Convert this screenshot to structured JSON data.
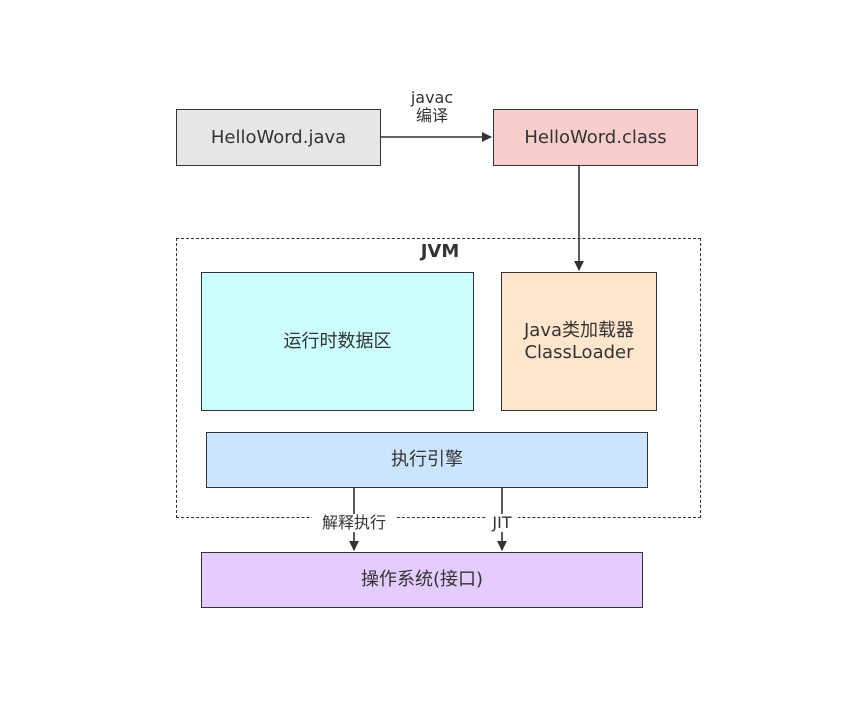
{
  "diagram": {
    "source_file": "HelloWord.java",
    "class_file": "HelloWord.class",
    "compile_edge": {
      "tool": "javac",
      "action": "编译"
    },
    "jvm": {
      "title": "JVM",
      "runtime_data_area": "运行时数据区",
      "class_loader": {
        "line1": "Java类加载器",
        "line2": "ClassLoader"
      },
      "execution_engine": "执行引擎"
    },
    "engine_edges": {
      "interpret": "解释执行",
      "jit": "JIT"
    },
    "os": "操作系统(接口)"
  },
  "colors": {
    "source_fill": "#e6e6e6",
    "class_fill": "#f8cecc",
    "runtime_fill": "#ccffff",
    "loader_fill": "#ffe6cc",
    "engine_fill": "#cce5ff",
    "os_fill": "#e5ccff",
    "stroke": "#333333"
  }
}
